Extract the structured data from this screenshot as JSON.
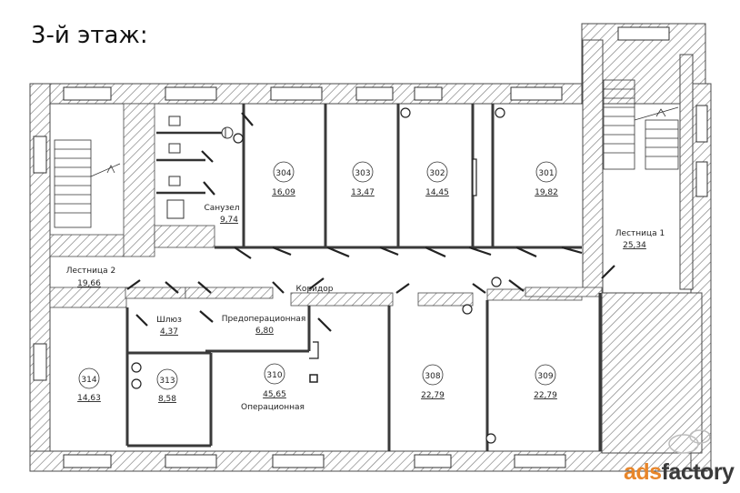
{
  "title": "3-й этаж:",
  "rooms": [
    {
      "id": "304",
      "num": "304",
      "area": "16,09",
      "name": ""
    },
    {
      "id": "303",
      "num": "303",
      "area": "13,47",
      "name": ""
    },
    {
      "id": "302",
      "num": "302",
      "area": "14,45",
      "name": ""
    },
    {
      "id": "301",
      "num": "301",
      "area": "19,82",
      "name": ""
    },
    {
      "id": "stair1",
      "num": "",
      "area": "25,34",
      "name": "Лестница 1"
    },
    {
      "id": "stair2",
      "num": "",
      "area": "19,66",
      "name": "Лестница 2"
    },
    {
      "id": "wc",
      "num": "",
      "area": "9,74",
      "name": "Санузел"
    },
    {
      "id": "corridor",
      "num": "",
      "area": "",
      "name": "Коридор"
    },
    {
      "id": "airlock",
      "num": "",
      "area": "4,37",
      "name": "Шлюз"
    },
    {
      "id": "preop",
      "num": "",
      "area": "6,80",
      "name": "Предоперационная"
    },
    {
      "id": "314",
      "num": "314",
      "area": "14,63",
      "name": ""
    },
    {
      "id": "313",
      "num": "313",
      "area": "8,58",
      "name": ""
    },
    {
      "id": "310",
      "num": "310",
      "area": "45,65",
      "name": "Операционная"
    },
    {
      "id": "308",
      "num": "308",
      "area": "22,79",
      "name": ""
    },
    {
      "id": "309",
      "num": "309",
      "area": "22,79",
      "name": ""
    }
  ],
  "watermark": {
    "part1": "ads",
    "part2": "factory"
  },
  "colors": {
    "wall": "#6e6e6e",
    "line": "#333333",
    "watermark_accent": "#e8862a"
  }
}
